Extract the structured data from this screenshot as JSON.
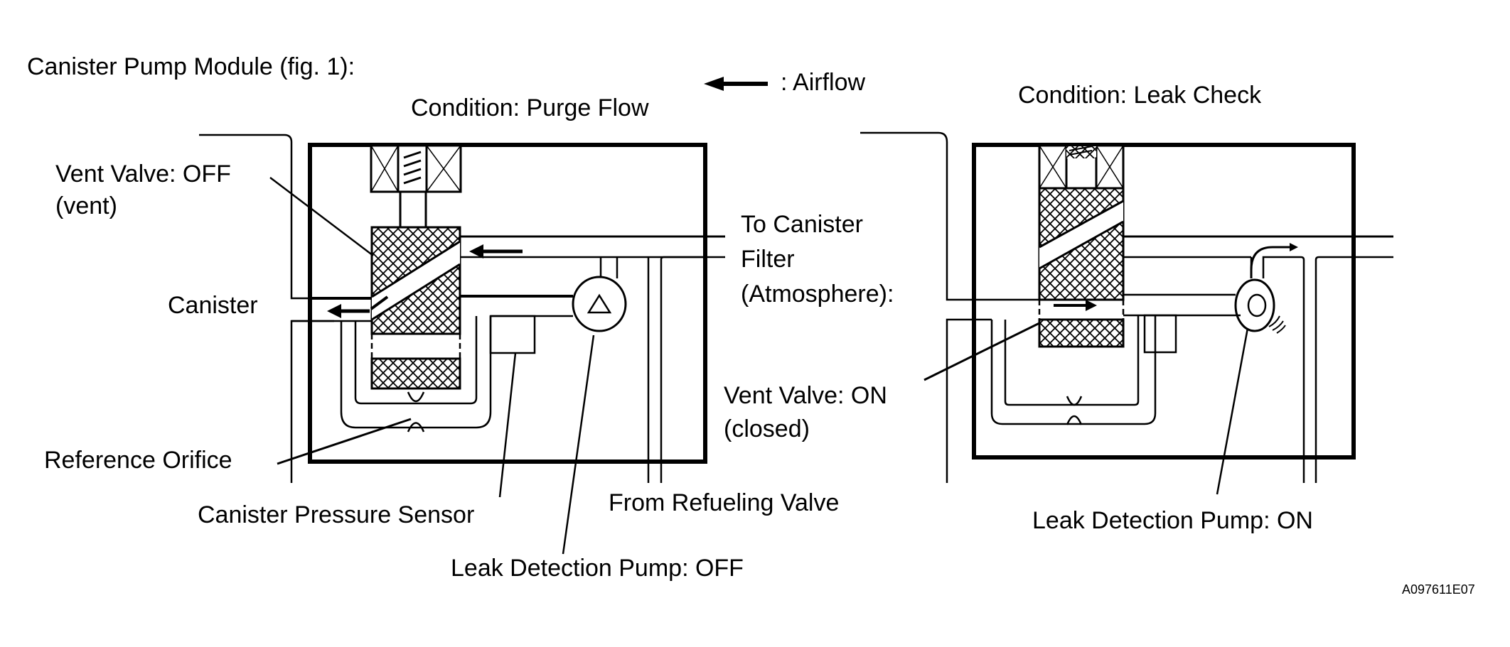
{
  "title": "Canister Pump Module (fig. 1):",
  "legend": {
    "arrow_icon": "left-arrow",
    "label": ": Airflow"
  },
  "figure_code": "A097611E07",
  "left_diagram": {
    "condition": "Condition: Purge Flow",
    "labels": {
      "vent_valve_line1": "Vent Valve: OFF",
      "vent_valve_line2": "(vent)",
      "canister": "Canister",
      "to_canister_filter_line1": "To Canister",
      "to_canister_filter_line2": "Filter",
      "to_canister_filter_line3": "(Atmosphere):",
      "reference_orifice": "Reference Orifice",
      "canister_pressure_sensor": "Canister Pressure Sensor",
      "from_refueling_valve": "From Refueling Valve",
      "leak_detection_pump": "Leak Detection Pump: OFF"
    }
  },
  "right_diagram": {
    "condition": "Condition: Leak Check",
    "labels": {
      "vent_valve_line1": "Vent Valve: ON",
      "vent_valve_line2": "(closed)",
      "leak_detection_pump": "Leak Detection Pump: ON"
    }
  },
  "colors": {
    "ink": "#000000",
    "background": "#ffffff"
  }
}
